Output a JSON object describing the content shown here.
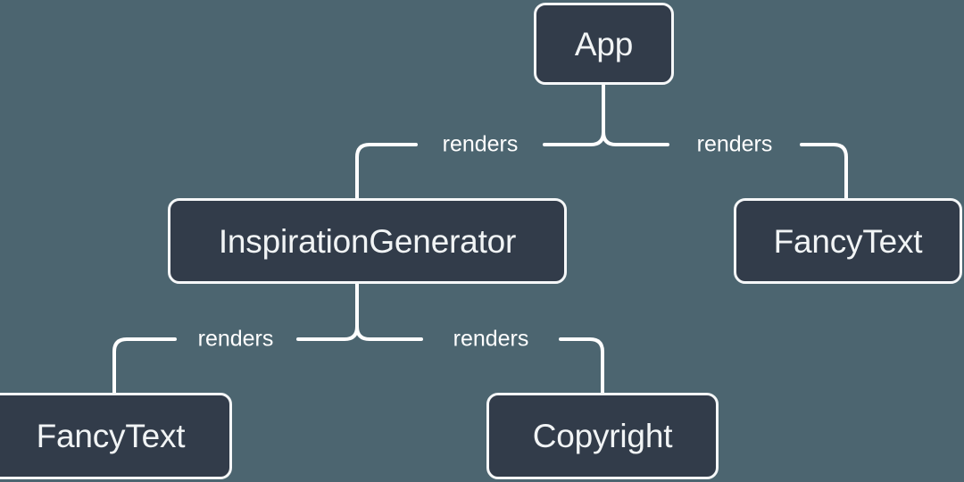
{
  "diagram": {
    "type": "component-tree",
    "background_color": "#4c6570",
    "node_fill_color": "#323c4a",
    "node_border_color": "#f5f7f8",
    "connector_color": "#ffffff",
    "label_text_color": "#f1f4f5",
    "nodes": [
      {
        "id": "app",
        "label": "App"
      },
      {
        "id": "inspgen",
        "label": "InspirationGenerator"
      },
      {
        "id": "fancy-right",
        "label": "FancyText"
      },
      {
        "id": "fancy-bottom",
        "label": "FancyText"
      },
      {
        "id": "copyright",
        "label": "Copyright"
      }
    ],
    "edges": [
      {
        "from": "app",
        "to": "inspgen",
        "label": "renders"
      },
      {
        "from": "app",
        "to": "fancy-right",
        "label": "renders"
      },
      {
        "from": "inspgen",
        "to": "fancy-bottom",
        "label": "renders"
      },
      {
        "from": "inspgen",
        "to": "copyright",
        "label": "renders"
      }
    ]
  }
}
